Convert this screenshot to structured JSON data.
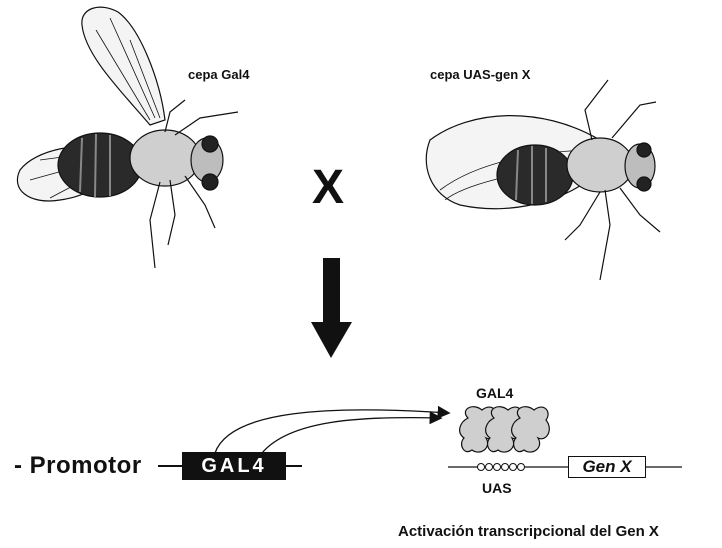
{
  "strains": {
    "left_label": "cepa Gal4",
    "right_label": "cepa UAS-gen X"
  },
  "cross_symbol": "X",
  "construct": {
    "promotor_label": "- Promotor",
    "gal4_box_label": "GAL4"
  },
  "target": {
    "gal4_protein_label": "GAL4",
    "uas_label": "UAS",
    "gene_box_label": "Gen X"
  },
  "caption": "Activación transcripcional del Gen X",
  "colors": {
    "ink": "#111111",
    "paper": "#ffffff",
    "fly_body": "#2a2a2a",
    "protein": "#cfcfcf"
  }
}
